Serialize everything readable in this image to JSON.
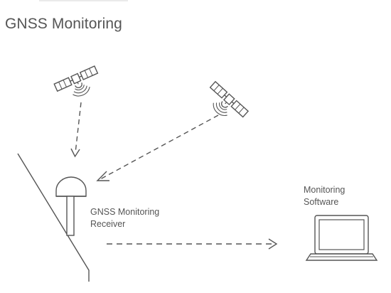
{
  "diagram": {
    "title": "GNSS Monitoring",
    "receiver_label_line1": "GNSS Monitoring",
    "receiver_label_line2": "Receiver",
    "software_label_line1": "Monitoring",
    "software_label_line2": "Software"
  },
  "colors": {
    "line": "#555555",
    "text": "#555555",
    "background": "#ffffff"
  },
  "icons": [
    "satellite-icon",
    "satellite-icon",
    "antenna-dome-icon",
    "laptop-icon"
  ]
}
